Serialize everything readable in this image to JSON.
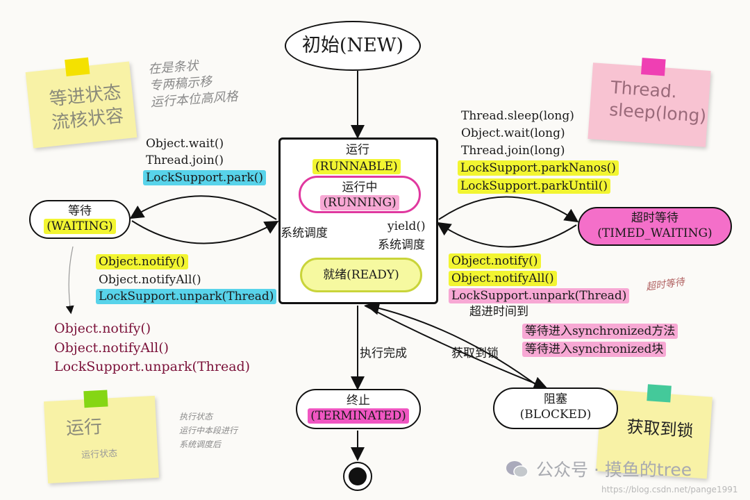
{
  "colors": {
    "yellow_highlight": "#f2f531",
    "cyan_highlight": "#58d3ea",
    "pink_highlight": "#f7a8d4",
    "magenta_highlight": "#f056c2",
    "maroon_text": "#7a1038",
    "note_yellow": "#f8f2a6",
    "note_pink": "#f8c3d2"
  },
  "states": {
    "new": {
      "label": "初始(NEW)"
    },
    "runnable": {
      "title": "运行",
      "subtitle": "(RUNNABLE)"
    },
    "running": {
      "title": "运行中",
      "subtitle": "(RUNNING)"
    },
    "ready": {
      "label": "就绪(READY)"
    },
    "waiting": {
      "title": "等待",
      "subtitle": "(WAITING)"
    },
    "timed_waiting": {
      "title": "超时等待",
      "subtitle": "(TIMED_WAITING)"
    },
    "terminated": {
      "title": "终止",
      "subtitle": "(TERMINATED)"
    },
    "blocked": {
      "title": "阻塞",
      "subtitle": "(BLOCKED)"
    }
  },
  "transitions": {
    "to_waiting": [
      "Object.wait()",
      "Thread.join()",
      "LockSupport.park()"
    ],
    "from_waiting": [
      "Object.notify()",
      "Object.notifyAll()",
      "LockSupport.unpark(Thread)"
    ],
    "from_waiting_maroon": [
      "Object.notify()",
      "Object.notifyAll()",
      "LockSupport.unpark(Thread)"
    ],
    "to_timed_waiting": [
      "Thread.sleep(long)",
      "Object.wait(long)",
      "Thread.join(long)",
      "LockSupport.parkNanos()",
      "LockSupport.parkUntil()"
    ],
    "from_timed_waiting": [
      "Object.notify()",
      "Object.notifyAll()",
      "LockSupport.unpark(Thread)",
      "超进时间到"
    ],
    "to_blocked": [
      "等待进入synchronized方法",
      "等待进入synchronized块"
    ],
    "from_blocked": "获取到锁",
    "to_terminated": "执行完成",
    "running_to_ready": [
      "yield()",
      "系统调度"
    ],
    "ready_to_running": "系统调度"
  },
  "notes": {
    "top_left": "等进状态\n流核状容",
    "top_left_scribble": "在是条状\n专两稿示移\n运行本位高风格",
    "top_right": "Thread.\nsleep(long)",
    "bottom_left": "运行",
    "bottom_left_sub": "运行状态",
    "bottom_left_scribble": "执行状态\n运行中本段进行\n系统调度后",
    "bottom_right": "获取到锁",
    "right_scribble": "超时等待"
  },
  "watermark": {
    "brand": "公众号 · 摸鱼的tree",
    "url": "https://blog.csdn.net/pange1991"
  }
}
